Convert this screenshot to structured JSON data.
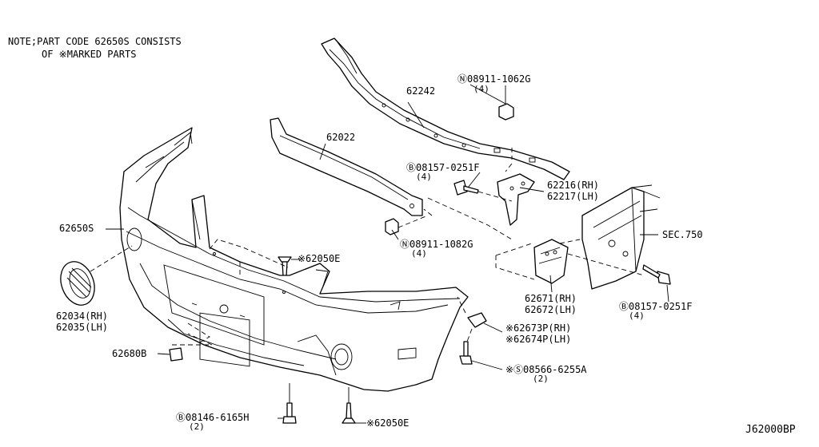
{
  "note": {
    "line1": "NOTE;PART CODE 62650S CONSISTS",
    "line2": "OF ※MARKED PARTS"
  },
  "labels": {
    "p62242": "62242",
    "p62022": "62022",
    "p62650S": "62650S",
    "p62034": "62034(RH)",
    "p62035": "62035(LH)",
    "p62680B": "62680B",
    "p62050E_top": "※62050E",
    "p62050E_bottom": "※62050E",
    "n08911_1062G": "Ⓝ08911-1062G",
    "n08911_1062G_qty": "(4)",
    "b08157_0251F_top": "Ⓑ08157-0251F",
    "b08157_0251F_top_qty": "(4)",
    "n08911_1082G": "Ⓝ08911-1082G",
    "n08911_1082G_qty": "(4)",
    "p62216": "62216(RH)",
    "p62217": "62217(LH)",
    "sec750": "SEC.750",
    "p62671": "62671(RH)",
    "p62672": "62672(LH)",
    "b08157_0251F_right": "Ⓑ08157-0251F",
    "b08157_0251F_right_qty": "(4)",
    "p62673P": "※62673P(RH)",
    "p62674P": "※62674P(LH)",
    "s08566_6255A": "※Ⓢ08566-6255A",
    "s08566_6255A_qty": "(2)",
    "b08146_6165H": "Ⓑ08146-6165H",
    "b08146_6165H_qty": "(2)",
    "diagram_code": "J62000BP"
  }
}
